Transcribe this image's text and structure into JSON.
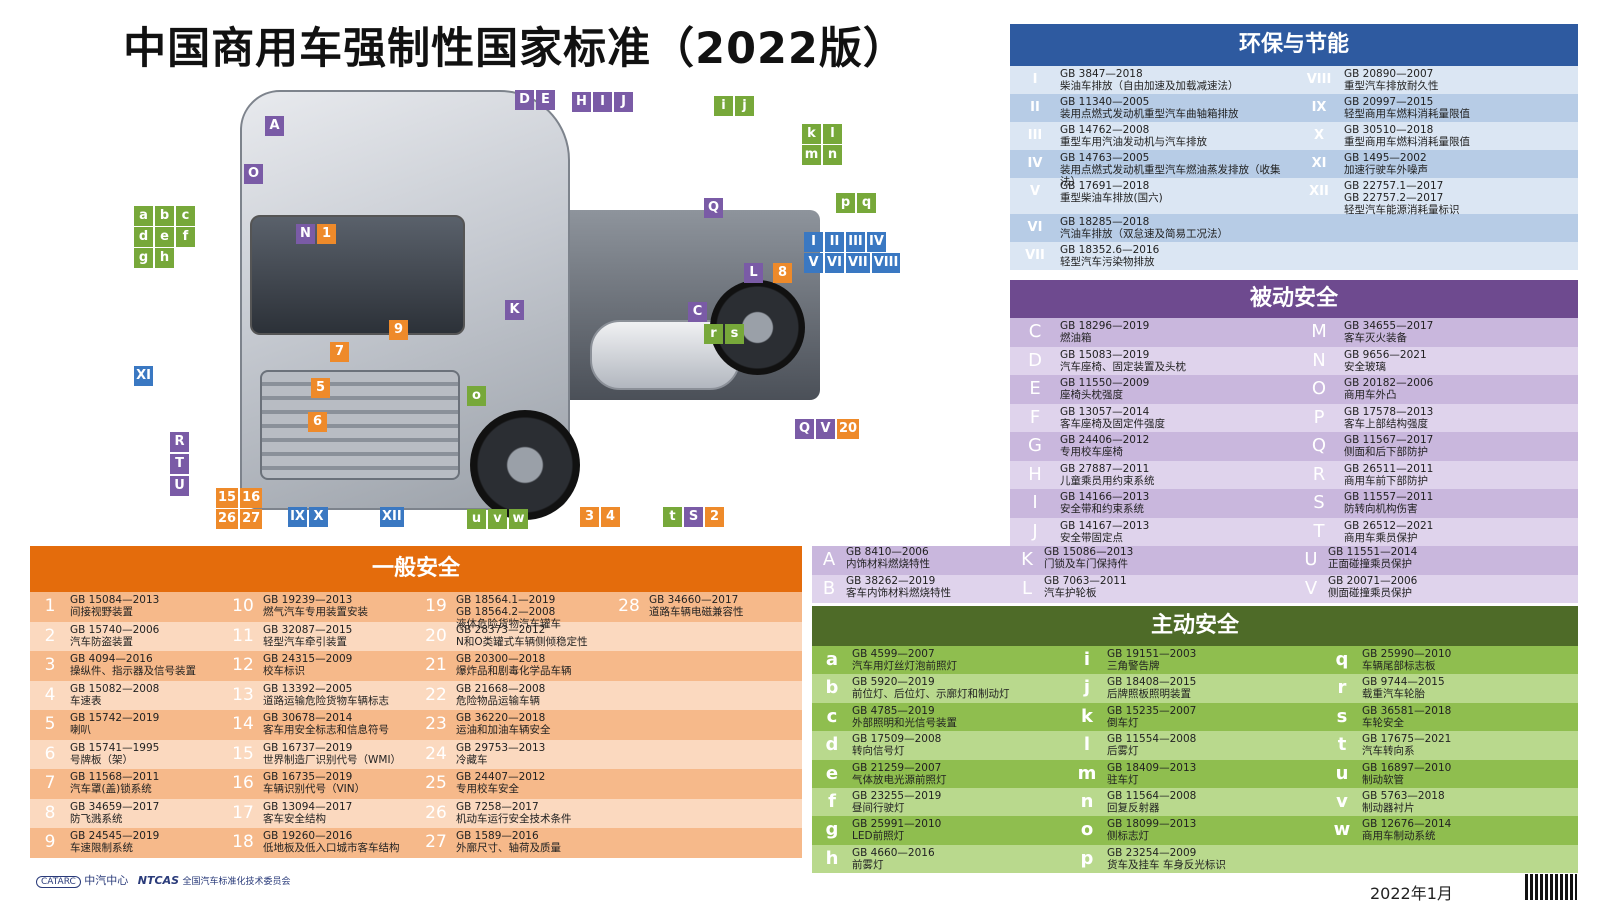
{
  "title": "中国商用车强制性国家标准（2022版）",
  "tags": {
    "A": "A",
    "O": "O",
    "abc": [
      "a",
      "b",
      "c"
    ],
    "def": [
      "d",
      "e",
      "f"
    ],
    "gh": [
      "g",
      "h"
    ],
    "N1": [
      "N",
      "1"
    ],
    "DE": [
      "D",
      "E"
    ],
    "HIJ": [
      "H",
      "I",
      "J"
    ],
    "ij": [
      "i",
      "j"
    ],
    "kl": [
      "k",
      "l"
    ],
    "mn": [
      "m",
      "n"
    ],
    "pq": [
      "p",
      "q"
    ],
    "Q": "Q",
    "roman1": [
      "I",
      "II",
      "III",
      "IV"
    ],
    "roman2": [
      "V",
      "VI",
      "VII",
      "VIII"
    ],
    "L8": [
      "L",
      "8"
    ],
    "K": "K",
    "C": "C",
    "rs": [
      "r",
      "s"
    ],
    "n9": "9",
    "n7": "7",
    "n5": "5",
    "n6": "6",
    "o": "o",
    "XI": "XI",
    "RTU": [
      "R",
      "T",
      "U"
    ],
    "n1516": [
      "15",
      "16"
    ],
    "n2627": [
      "26",
      "27"
    ],
    "IXX": [
      "IX",
      "X"
    ],
    "XII": "XII",
    "uvw": [
      "u",
      "v",
      "w"
    ],
    "n34": [
      "3",
      "4"
    ],
    "tS2": [
      "t",
      "S",
      "2"
    ],
    "QV20": [
      "Q",
      "V",
      "20"
    ]
  },
  "env": {
    "title": "环保与节能",
    "rows": [
      {
        "ln": "I",
        "lc": "GB 3847—2018",
        "ld": "柴油车排放（自由加速及加载减速法）",
        "rn": "VIII",
        "rc": "GB 20890—2007",
        "rd": "重型汽车排放耐久性"
      },
      {
        "ln": "II",
        "lc": "GB 11340—2005",
        "ld": "装用点燃式发动机重型汽车曲轴箱排放",
        "rn": "IX",
        "rc": "GB 20997—2015",
        "rd": "轻型商用车燃料消耗量限值"
      },
      {
        "ln": "III",
        "lc": "GB 14762—2008",
        "ld": "重型车用汽油发动机与汽车排放",
        "rn": "X",
        "rc": "GB 30510—2018",
        "rd": "重型商用车燃料消耗量限值"
      },
      {
        "ln": "IV",
        "lc": "GB 14763—2005",
        "ld": "装用点燃式发动机重型汽车燃油蒸发排放（收集法）",
        "rn": "XI",
        "rc": "GB 1495—2002",
        "rd": "加速行驶车外噪声"
      },
      {
        "ln": "V",
        "lc": "GB 17691—2018",
        "ld": "重型柴油车排放(国六)",
        "rn": "XII",
        "rc": "GB 22757.1—2017\nGB 22757.2—2017",
        "rd": "轻型汽车能源消耗量标识"
      },
      {
        "ln": "VI",
        "lc": "GB 18285—2018",
        "ld": "汽油车排放（双怠速及简易工况法）",
        "rn": "",
        "rc": "",
        "rd": ""
      },
      {
        "ln": "VII",
        "lc": "GB 18352.6—2016",
        "ld": "轻型汽车污染物排放",
        "rn": "",
        "rc": "",
        "rd": ""
      }
    ]
  },
  "passive": {
    "title": "被动安全",
    "rows": [
      {
        "ln": "C",
        "lc": "GB 18296—2019",
        "ld": "燃油箱",
        "rn": "M",
        "rc": "GB 34655—2017",
        "rd": "客车灭火装备"
      },
      {
        "ln": "D",
        "lc": "GB 15083—2019",
        "ld": "汽车座椅、固定装置及头枕",
        "rn": "N",
        "rc": "GB 9656—2021",
        "rd": "安全玻璃"
      },
      {
        "ln": "E",
        "lc": "GB 11550—2009",
        "ld": "座椅头枕强度",
        "rn": "O",
        "rc": "GB 20182—2006",
        "rd": "商用车外凸"
      },
      {
        "ln": "F",
        "lc": "GB 13057—2014",
        "ld": "客车座椅及固定件强度",
        "rn": "P",
        "rc": "GB 17578—2013",
        "rd": "客车上部结构强度"
      },
      {
        "ln": "G",
        "lc": "GB 24406—2012",
        "ld": "专用校车座椅",
        "rn": "Q",
        "rc": "GB 11567—2017",
        "rd": "侧面和后下部防护"
      },
      {
        "ln": "H",
        "lc": "GB 27887—2011",
        "ld": "儿童乘员用约束系统",
        "rn": "R",
        "rc": "GB 26511—2011",
        "rd": "商用车前下部防护"
      },
      {
        "ln": "I",
        "lc": "GB 14166—2013",
        "ld": "安全带和约束系统",
        "rn": "S",
        "rc": "GB 11557—2011",
        "rd": "防转向机构伤害"
      },
      {
        "ln": "J",
        "lc": "GB 14167—2013",
        "ld": "安全带固定点",
        "rn": "T",
        "rc": "GB 26512—2021",
        "rd": "商用车乘员保护"
      }
    ],
    "rows2": [
      {
        "ln": "A",
        "lc": "GB 8410—2006",
        "ld": "内饰材料燃烧特性",
        "mn": "K",
        "mc": "GB 15086—2013",
        "md": "门锁及车门保持件",
        "rn": "U",
        "rc": "GB 11551—2014",
        "rd": "正面碰撞乘员保护"
      },
      {
        "ln": "B",
        "lc": "GB 38262—2019",
        "ld": "客车内饰材料燃烧特性",
        "mn": "L",
        "mc": "GB 7063—2011",
        "md": "汽车护轮板",
        "rn": "V",
        "rc": "GB 20071—2006",
        "rd": "侧面碰撞乘员保护"
      }
    ]
  },
  "general": {
    "title": "一般安全",
    "rows": [
      [
        {
          "n": "1",
          "c": "GB 15084—2013",
          "d": "间接视野装置"
        },
        {
          "n": "10",
          "c": "GB 19239—2013",
          "d": "燃气汽车专用装置安装"
        },
        {
          "n": "19",
          "c": "GB 18564.1—2019\nGB 18564.2—2008",
          "d": "液体危险货物汽车罐车"
        },
        {
          "n": "28",
          "c": "GB 34660—2017",
          "d": "道路车辆电磁兼容性"
        }
      ],
      [
        {
          "n": "2",
          "c": "GB 15740—2006",
          "d": "汽车防盗装置"
        },
        {
          "n": "11",
          "c": "GB 32087—2015",
          "d": "轻型汽车牵引装置"
        },
        {
          "n": "20",
          "c": "GB 28373—2012",
          "d": "N和O类罐式车辆侧倾稳定性"
        },
        {
          "n": "",
          "c": "",
          "d": ""
        }
      ],
      [
        {
          "n": "3",
          "c": "GB 4094—2016",
          "d": "操纵件、指示器及信号装置"
        },
        {
          "n": "12",
          "c": "GB 24315—2009",
          "d": "校车标识"
        },
        {
          "n": "21",
          "c": "GB 20300—2018",
          "d": "爆炸品和剧毒化学品车辆"
        },
        {
          "n": "",
          "c": "",
          "d": ""
        }
      ],
      [
        {
          "n": "4",
          "c": "GB 15082—2008",
          "d": "车速表"
        },
        {
          "n": "13",
          "c": "GB 13392—2005",
          "d": "道路运输危险货物车辆标志"
        },
        {
          "n": "22",
          "c": "GB 21668—2008",
          "d": "危险物品运输车辆"
        },
        {
          "n": "",
          "c": "",
          "d": ""
        }
      ],
      [
        {
          "n": "5",
          "c": "GB 15742—2019",
          "d": "喇叭"
        },
        {
          "n": "14",
          "c": "GB 30678—2014",
          "d": "客车用安全标志和信息符号"
        },
        {
          "n": "23",
          "c": "GB 36220—2018",
          "d": "运油和加油车辆安全"
        },
        {
          "n": "",
          "c": "",
          "d": ""
        }
      ],
      [
        {
          "n": "6",
          "c": "GB 15741—1995",
          "d": "号牌板（架）"
        },
        {
          "n": "15",
          "c": "GB 16737—2019",
          "d": "世界制造厂识别代号（WMI）"
        },
        {
          "n": "24",
          "c": "GB 29753—2013",
          "d": "冷藏车"
        },
        {
          "n": "",
          "c": "",
          "d": ""
        }
      ],
      [
        {
          "n": "7",
          "c": "GB 11568—2011",
          "d": "汽车罩(盖)锁系统"
        },
        {
          "n": "16",
          "c": "GB 16735—2019",
          "d": "车辆识别代号（VIN）"
        },
        {
          "n": "25",
          "c": "GB 24407—2012",
          "d": "专用校车安全"
        },
        {
          "n": "",
          "c": "",
          "d": ""
        }
      ],
      [
        {
          "n": "8",
          "c": "GB 34659—2017",
          "d": "防飞溅系统"
        },
        {
          "n": "17",
          "c": "GB 13094—2017",
          "d": "客车安全结构"
        },
        {
          "n": "26",
          "c": "GB 7258—2017",
          "d": "机动车运行安全技术条件"
        },
        {
          "n": "",
          "c": "",
          "d": ""
        }
      ],
      [
        {
          "n": "9",
          "c": "GB 24545—2019",
          "d": "车速限制系统"
        },
        {
          "n": "18",
          "c": "GB 19260—2016",
          "d": "低地板及低入口城市客车结构"
        },
        {
          "n": "27",
          "c": "GB 1589—2016",
          "d": "外廓尺寸、轴荷及质量"
        },
        {
          "n": "",
          "c": "",
          "d": ""
        }
      ]
    ]
  },
  "active": {
    "title": "主动安全",
    "rows": [
      [
        {
          "n": "a",
          "c": "GB 4599—2007",
          "d": "汽车用灯丝灯泡前照灯"
        },
        {
          "n": "i",
          "c": "GB 19151—2003",
          "d": "三角警告牌"
        },
        {
          "n": "q",
          "c": "GB 25990—2010",
          "d": "车辆尾部标志板"
        }
      ],
      [
        {
          "n": "b",
          "c": "GB 5920—2019",
          "d": "前位灯、后位灯、示廓灯和制动灯"
        },
        {
          "n": "j",
          "c": "GB 18408—2015",
          "d": "后牌照板照明装置"
        },
        {
          "n": "r",
          "c": "GB 9744—2015",
          "d": "载重汽车轮胎"
        }
      ],
      [
        {
          "n": "c",
          "c": "GB 4785—2019",
          "d": "外部照明和光信号装置"
        },
        {
          "n": "k",
          "c": "GB 15235—2007",
          "d": "倒车灯"
        },
        {
          "n": "s",
          "c": "GB 36581—2018",
          "d": "车轮安全"
        }
      ],
      [
        {
          "n": "d",
          "c": "GB 17509—2008",
          "d": "转向信号灯"
        },
        {
          "n": "l",
          "c": "GB 11554—2008",
          "d": "后雾灯"
        },
        {
          "n": "t",
          "c": "GB 17675—2021",
          "d": "汽车转向系"
        }
      ],
      [
        {
          "n": "e",
          "c": "GB 21259—2007",
          "d": "气体放电光源前照灯"
        },
        {
          "n": "m",
          "c": "GB 18409—2013",
          "d": "驻车灯"
        },
        {
          "n": "u",
          "c": "GB 16897—2010",
          "d": "制动软管"
        }
      ],
      [
        {
          "n": "f",
          "c": "GB 23255—2019",
          "d": "昼间行驶灯"
        },
        {
          "n": "n",
          "c": "GB 11564—2008",
          "d": "回复反射器"
        },
        {
          "n": "v",
          "c": "GB 5763—2018",
          "d": "制动器衬片"
        }
      ],
      [
        {
          "n": "g",
          "c": "GB 25991—2010",
          "d": "LED前照灯"
        },
        {
          "n": "o",
          "c": "GB 18099—2013",
          "d": "侧标志灯"
        },
        {
          "n": "w",
          "c": "GB 12676—2014",
          "d": "商用车制动系统"
        }
      ],
      [
        {
          "n": "h",
          "c": "GB 4660—2016",
          "d": "前雾灯"
        },
        {
          "n": "p",
          "c": "GB 23254—2009",
          "d": "货车及挂车 车身反光标识"
        },
        {
          "n": "",
          "c": "",
          "d": ""
        }
      ]
    ]
  },
  "footer": {
    "logo1": "中汽中心",
    "logo2": "NTCAS",
    "logo3": "全国汽车标准化技术委员会",
    "date": "2022年1月"
  },
  "colors": {
    "env_dark": "#dbe6f3",
    "env_light": "#b7cce6",
    "pas_dark": "#c9b7dd",
    "pas_light": "#dfd3ec",
    "gen_dark": "#f6b98a",
    "gen_light": "#fbd9bf",
    "act_dark": "#8fbe4f",
    "act_light": "#b9d98d"
  }
}
